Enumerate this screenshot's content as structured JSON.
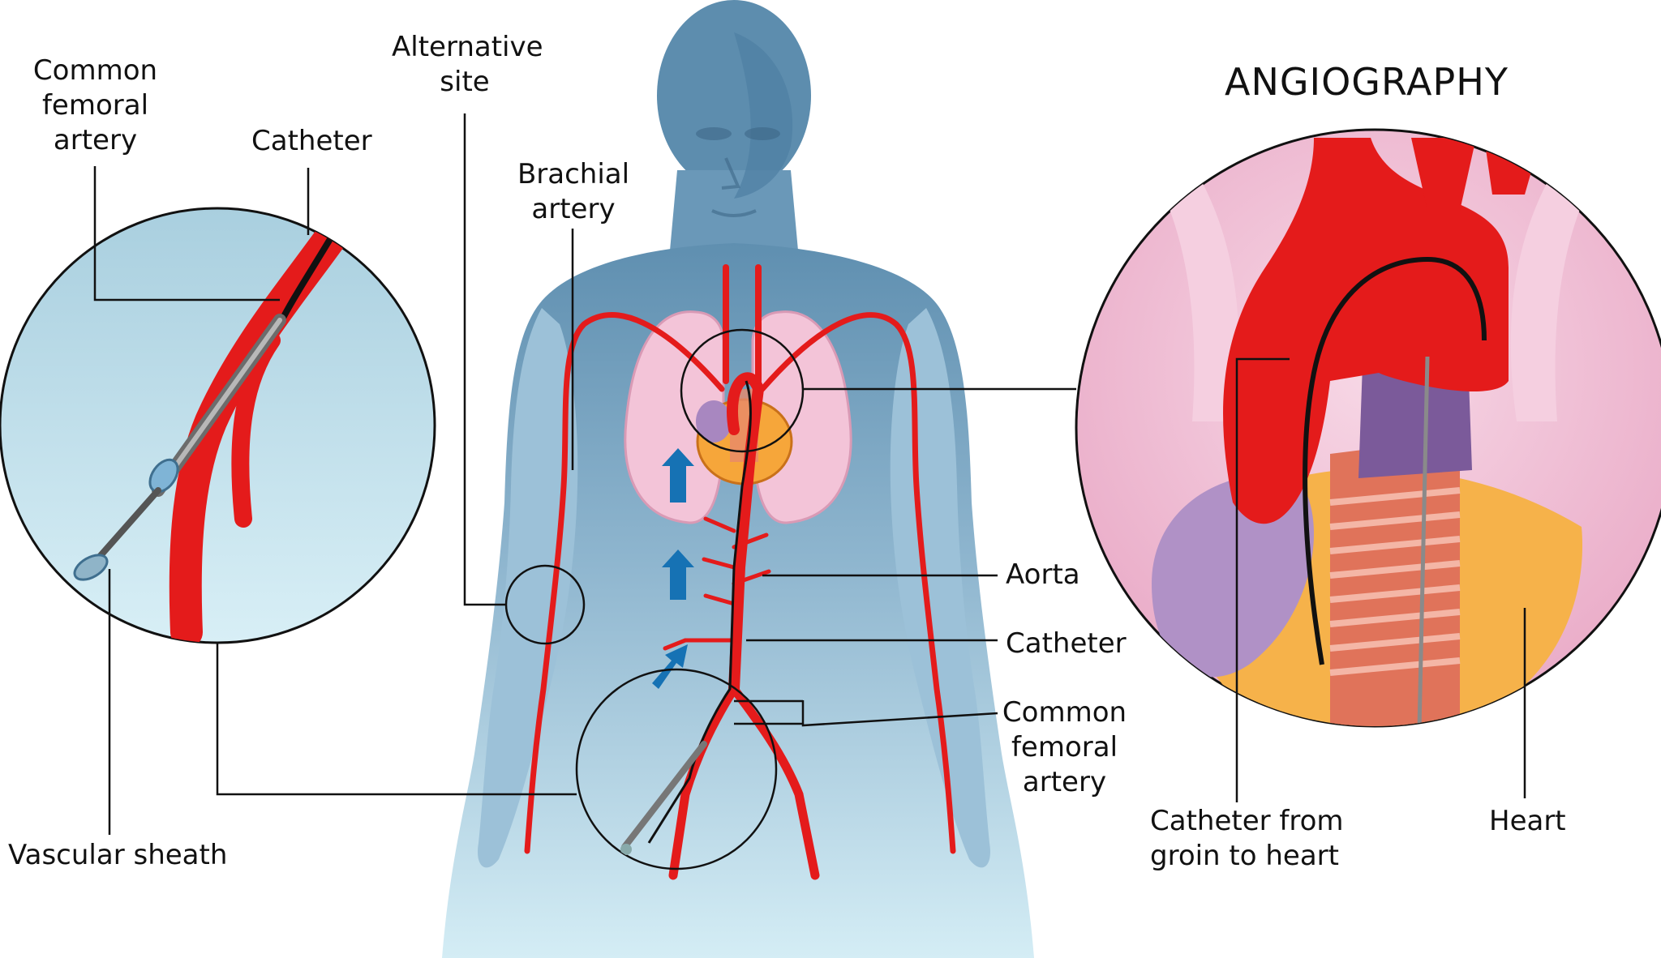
{
  "title": "ANGIOGRAPHY",
  "labels": {
    "common_femoral_left": [
      "Common",
      "femoral",
      "artery"
    ],
    "catheter_top": "Catheter",
    "alternative_site": [
      "Alternative",
      "site"
    ],
    "brachial_artery": [
      "Brachial",
      "artery"
    ],
    "vascular_sheath": "Vascular sheath",
    "aorta": "Aorta",
    "catheter_mid": "Catheter",
    "common_femoral_right": [
      "Common",
      "femoral",
      "artery"
    ],
    "catheter_from_groin": [
      "Catheter from",
      "groin to heart"
    ],
    "heart": "Heart"
  },
  "colors": {
    "body": "#87aac8",
    "body_light": "#c6e3ef",
    "artery": "#e41b1b",
    "lung": "#f2c2d6",
    "heart": "#f6a63a",
    "aorta_purple": "#7b5a9a",
    "arrow": "#1672b4",
    "line": "#111111"
  }
}
